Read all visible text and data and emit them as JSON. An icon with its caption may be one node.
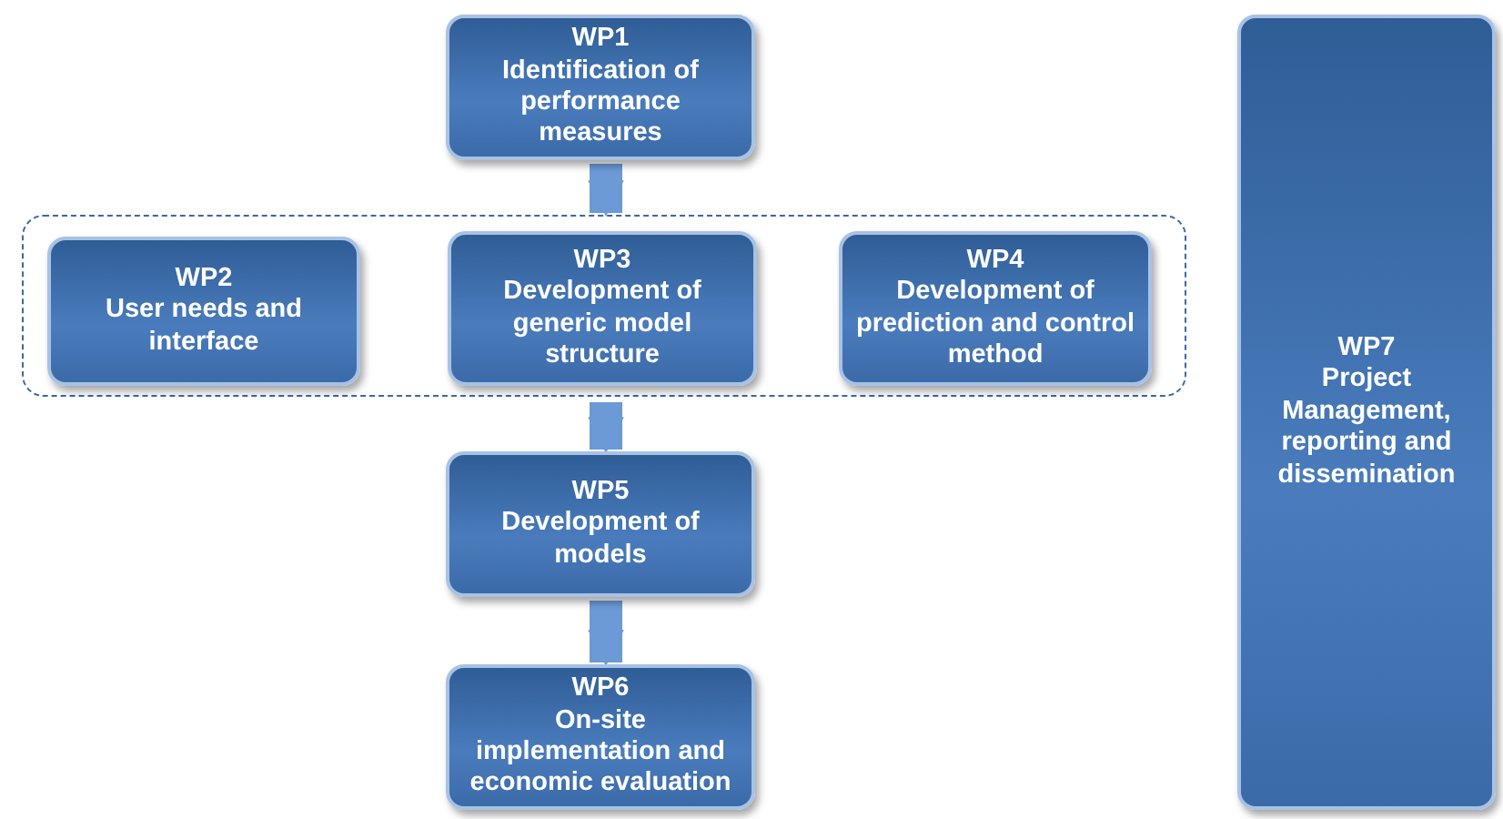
{
  "diagram": {
    "nodes": [
      {
        "text": [
          "WP1",
          "Identification of performance measures"
        ]
      },
      {
        "text": [],
        "shape": "box"
      },
      {
        "text": [
          "WP2",
          "User needs and interface"
        ],
        "in": 1
      },
      {
        "text": [
          "WP3",
          "Development of generic model structure"
        ],
        "in": 1
      },
      {
        "text": [
          "WP4",
          "Development of prediction and control method"
        ],
        "in": 1
      },
      {
        "text": [
          "WP5",
          "Development of models"
        ]
      },
      {
        "text": [
          "WP6",
          "On-site implementation and economic evaluation"
        ]
      },
      {
        "text": [
          "WP7",
          "Project Management, reporting and dissemination"
        ]
      }
    ],
    "edges": [
      {
        "from": 0,
        "to": 1,
        "arrow": "to"
      },
      {
        "from": 1,
        "to": 5,
        "arrow": "to"
      },
      {
        "from": 5,
        "to": 6,
        "arrow": "to"
      }
    ]
  }
}
